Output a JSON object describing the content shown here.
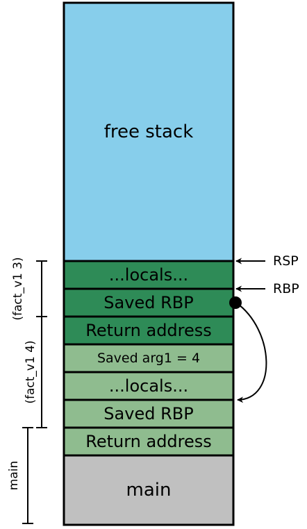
{
  "colors": {
    "free": "#87ceeb",
    "dark_green": "#2e8b57",
    "light_green": "#8fbc8f",
    "main": "#c0c0c0",
    "line": "#000000"
  },
  "cells": [
    {
      "label": "free stack",
      "color": "free"
    },
    {
      "label": "...locals...",
      "color": "dark_green"
    },
    {
      "label": "Saved RBP",
      "color": "dark_green"
    },
    {
      "label": "Return address",
      "color": "dark_green"
    },
    {
      "label": "Saved arg1 = 4",
      "color": "light_green"
    },
    {
      "label": "...locals...",
      "color": "light_green"
    },
    {
      "label": "Saved RBP",
      "color": "light_green"
    },
    {
      "label": "Return address",
      "color": "light_green"
    },
    {
      "label": "main",
      "color": "main"
    }
  ],
  "registers": {
    "rsp": "RSP",
    "rbp": "RBP"
  },
  "frames": [
    {
      "label": "(fact_v1 3)"
    },
    {
      "label": "(fact_v1 4)"
    },
    {
      "label": "main"
    }
  ]
}
